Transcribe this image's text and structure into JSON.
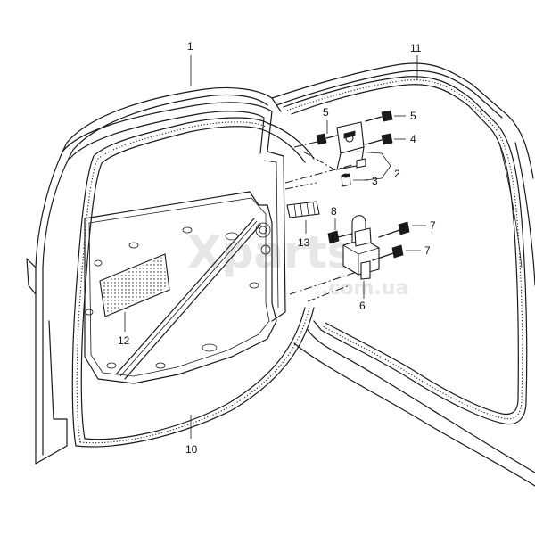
{
  "watermark": {
    "brand": "Xparts",
    "domain": ".com.ua"
  },
  "labels": {
    "p1": "1",
    "p2": "2",
    "p3": "3",
    "p4": "4",
    "p5a": "5",
    "p5b": "5",
    "p6": "6",
    "p7a": "7",
    "p7b": "7",
    "p8": "8",
    "p10": "10",
    "p11": "11",
    "p12": "12",
    "p13": "13"
  }
}
